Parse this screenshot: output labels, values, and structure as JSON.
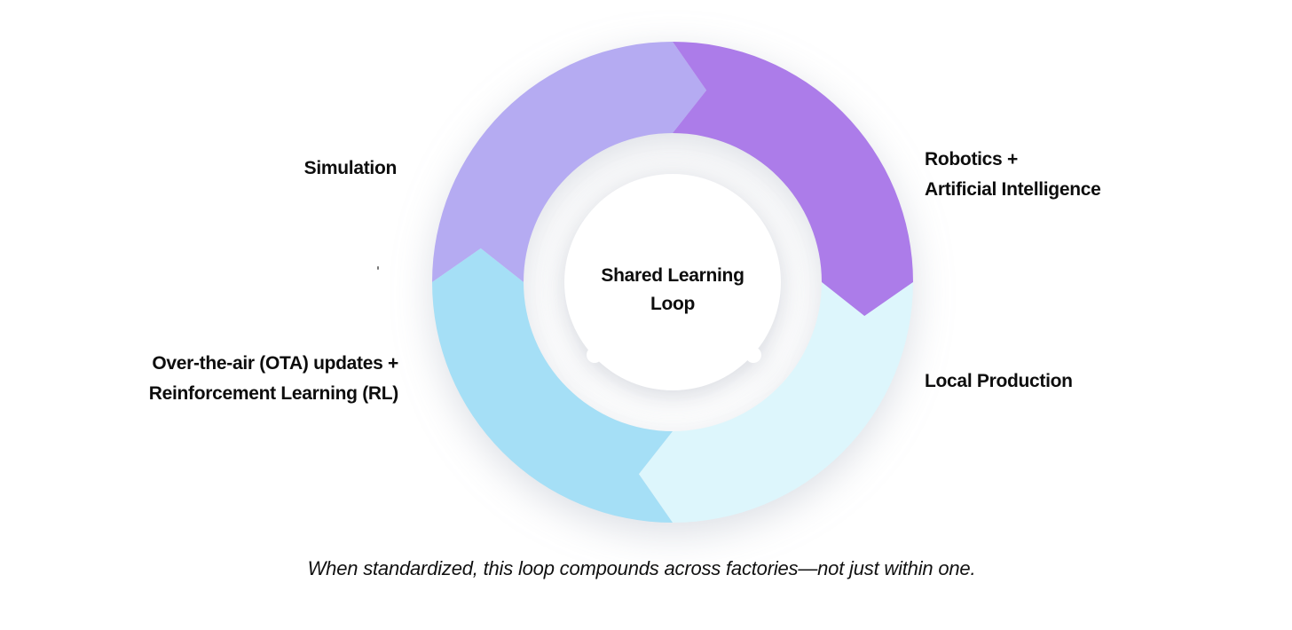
{
  "diagram": {
    "title": "Shared Learning Loop cycle diagram",
    "center": {
      "line1": "Shared Learning",
      "line2": "Loop"
    },
    "segments": [
      {
        "id": "simulation",
        "label": "Simulation",
        "color": "#b5abf2"
      },
      {
        "id": "robotics-ai",
        "label": "Robotics +\nArtificial Intelligence",
        "color": "#ac7ce9"
      },
      {
        "id": "local-production",
        "label": "Local Production",
        "color": "#ddf6fc"
      },
      {
        "id": "ota-rl",
        "label": "Over-the-air (OTA) updates +\nReinforcement Learning (RL)",
        "color": "#a5dff6"
      }
    ],
    "caption": "When standardized, this loop compounds across factories—not just within one.",
    "colors": {
      "background": "#ffffff",
      "text": "#0d0d0d",
      "hub_fill": "#ffffff"
    },
    "flow_direction": "clockwise"
  }
}
